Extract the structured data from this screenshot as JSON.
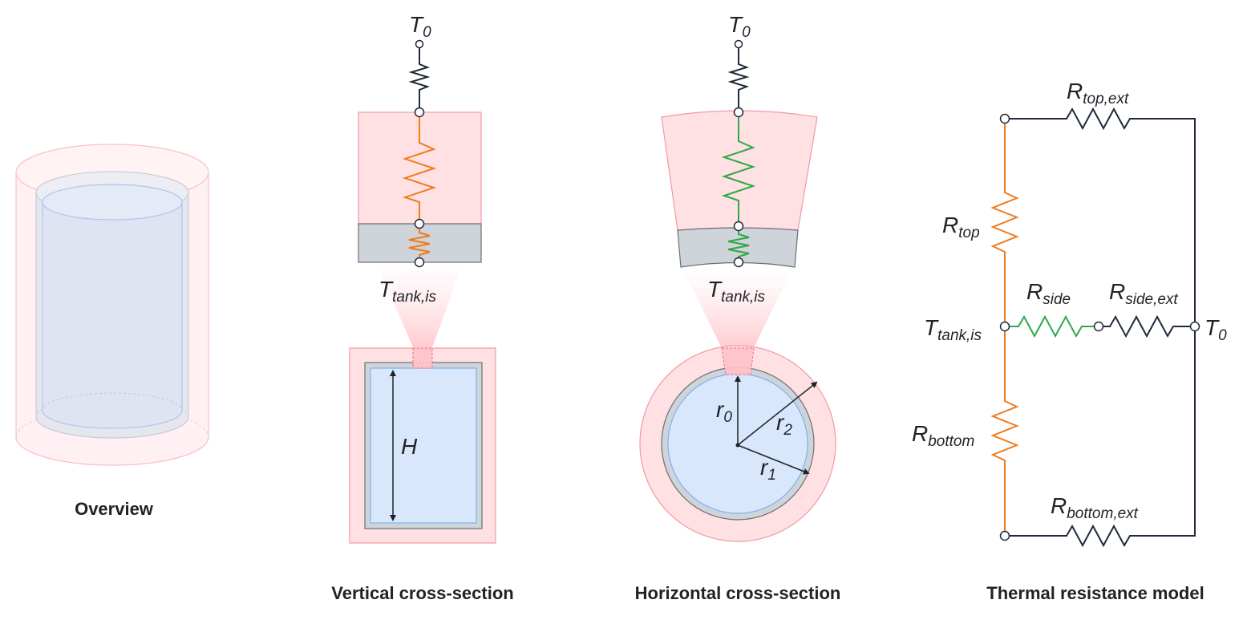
{
  "captions": {
    "overview": "Overview",
    "vertical": "Vertical cross-section",
    "horizontal": "Horizontal cross-section",
    "thermal": "Thermal resistance model"
  },
  "labels": {
    "T0": {
      "base": "T",
      "sub": "0"
    },
    "Ttank": {
      "base": "T",
      "sub": "tank,is"
    },
    "H": "H",
    "r0": {
      "base": "r",
      "sub": "0"
    },
    "r1": {
      "base": "r",
      "sub": "1"
    },
    "r2": {
      "base": "r",
      "sub": "2"
    },
    "Rtop": {
      "base": "R",
      "sub": "top"
    },
    "Rside": {
      "base": "R",
      "sub": "side"
    },
    "Rbottom": {
      "base": "R",
      "sub": "bottom"
    },
    "Rtopext": {
      "base": "R",
      "sub": "top,ext"
    },
    "Rsideext": {
      "base": "R",
      "sub": "side,ext"
    },
    "Rbottomext": {
      "base": "R",
      "sub": "bottom,ext"
    }
  },
  "colors": {
    "insulation_fill": "#ffe1e4",
    "insulation_stroke": "#f09aa4",
    "wall_fill": "#cfd3da",
    "wall_stroke": "#6b7078",
    "liquid_fill": "#d8e7fb",
    "liquid_stroke": "#7fb3ea",
    "dark_wire": "#1f2a3a",
    "orange_wire": "#f07a1a",
    "green_wire": "#2fa84a"
  }
}
